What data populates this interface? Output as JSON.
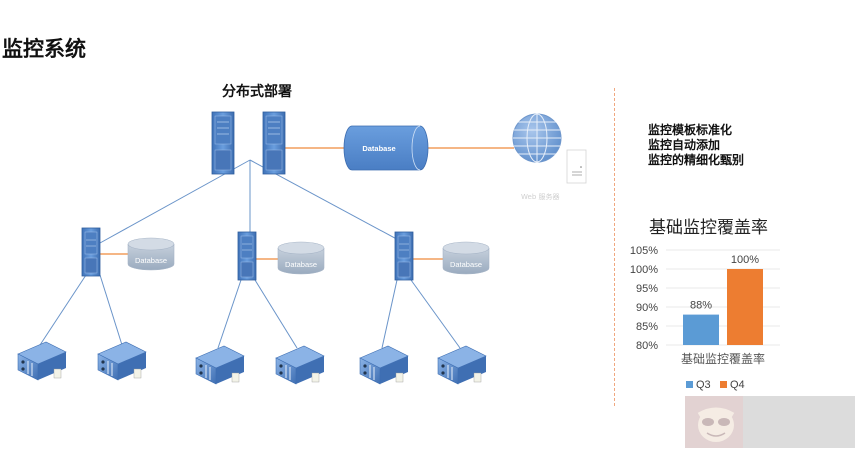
{
  "page": {
    "title": "监控系统",
    "diagram_title": "分布式部署"
  },
  "diagram": {
    "main_database_label": "Database",
    "web_server_label": "Web 服务器",
    "branch_databases": [
      {
        "label": "Database"
      },
      {
        "label": "Database"
      },
      {
        "label": "Database"
      }
    ],
    "colors": {
      "server_blue": "#5b8fd0",
      "link_blue": "#5a8ac8",
      "link_orange": "#ef8a3c",
      "db_gray": "#a9b8ca"
    }
  },
  "features": [
    "监控模板标准化",
    "监控自动添加",
    "监控的精细化甄别"
  ],
  "chart_data": {
    "type": "bar",
    "title": "基础监控覆盖率",
    "categories": [
      "基础监控覆盖率"
    ],
    "series": [
      {
        "name": "Q3",
        "values": [
          88
        ],
        "label": "88%",
        "color": "#5b9bd5"
      },
      {
        "name": "Q4",
        "values": [
          100
        ],
        "label": "100%",
        "color": "#ed7d31"
      }
    ],
    "ylim": [
      80,
      105
    ],
    "yticks": [
      "80%",
      "85%",
      "90%",
      "95%",
      "100%",
      "105%"
    ],
    "ytick_values": [
      80,
      85,
      90,
      95,
      100,
      105
    ],
    "legend": "bottom",
    "grid": true,
    "xlabel": "",
    "ylabel": ""
  }
}
